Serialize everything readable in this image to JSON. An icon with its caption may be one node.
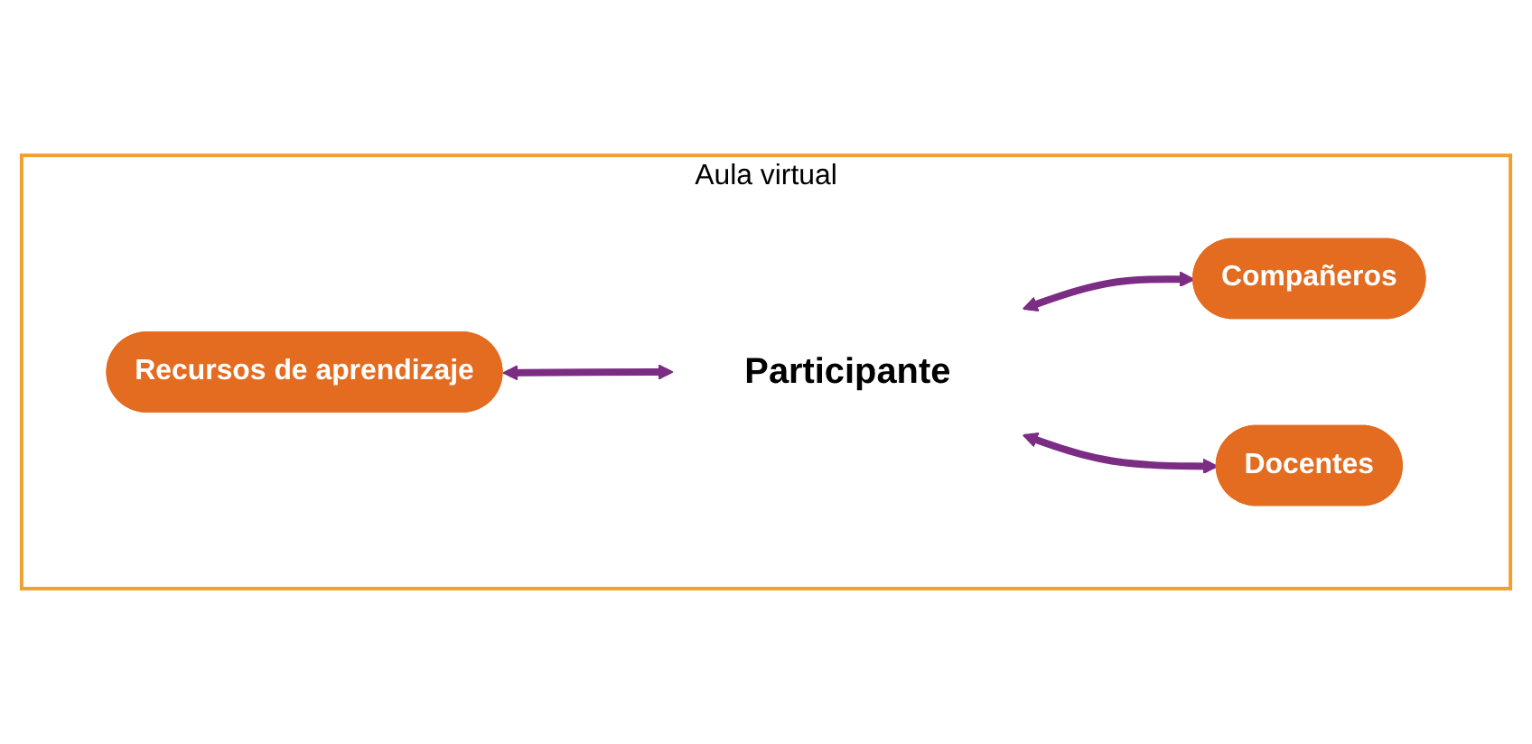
{
  "diagram": {
    "nodes": [
      {
        "text": [
          "Aula virtual"
        ]
      },
      {
        "text": [
          "Recursos de aprendizaje"
        ],
        "in": 0
      },
      {
        "text": [
          "Compañeros"
        ],
        "in": 0
      },
      {
        "text": [
          "Participante"
        ],
        "in": 0
      },
      {
        "text": [
          "Docentes"
        ],
        "in": 0
      }
    ],
    "edges": [
      {
        "from": 1,
        "to": 3,
        "arrow": "both"
      },
      {
        "from": 3,
        "to": 2,
        "arrow": "both"
      },
      {
        "from": 3,
        "to": 4,
        "arrow": "both"
      }
    ]
  }
}
